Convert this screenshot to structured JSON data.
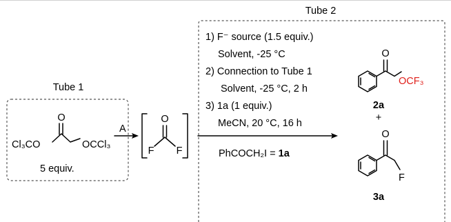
{
  "tube1": {
    "title": "Tube 1",
    "reagent_left": "Cl₃CO",
    "reagent_right": "OCCl₃",
    "equiv": "5 equiv."
  },
  "arrow_a": {
    "label": "A"
  },
  "intermediate": {
    "o_label": "O",
    "f_left": "F",
    "f_right": "F"
  },
  "tube2": {
    "title": "Tube 2",
    "steps": [
      "1) F⁻ source (1.5 equiv.)",
      "Solvent, -25 °C",
      "2) Connection to Tube 1",
      "Solvent, -25 °C, 2 h",
      "3) 1a (1 equiv.)",
      "MeCN, 20 °C, 16 h"
    ],
    "definition_prefix": "PhCOCH₂I = ",
    "definition_compound": "1a",
    "colors": {
      "highlight": "#e0201b"
    }
  },
  "products": {
    "p1": {
      "o_label": "O",
      "substituent": "OCF₃",
      "label": "2a"
    },
    "plus": "+",
    "p2": {
      "o_label": "O",
      "substituent": "F",
      "label": "3a"
    }
  }
}
